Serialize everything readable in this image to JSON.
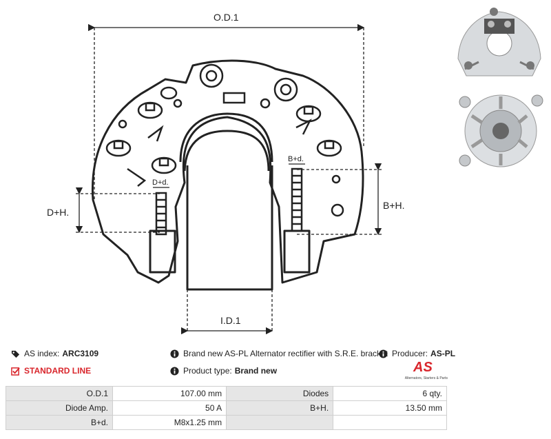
{
  "drawing": {
    "od_label": "O.D.1",
    "id_label": "I.D.1",
    "dh_label": "D+H.",
    "bh_label": "B+H.",
    "dd_label": "D+d.",
    "bd_label": "B+d."
  },
  "header": {
    "as_index_label": "AS index:",
    "as_index_value": "ARC3109",
    "description": "Brand new AS-PL Alternator rectifier with S.R.E. bracket",
    "producer_label": "Producer:",
    "producer_value": "AS-PL",
    "standard_line": "STANDARD LINE",
    "product_type_label": "Product type:",
    "product_type_value": "Brand new",
    "logo_text": "AS",
    "logo_tagline": "Alternators, Starters & Parts"
  },
  "specs": [
    {
      "k1": "O.D.1",
      "v1": "107.00 mm",
      "k2": "Diodes",
      "v2": "6 qty."
    },
    {
      "k1": "Diode Amp.",
      "v1": "50 A",
      "k2": "B+H.",
      "v2": "13.50 mm"
    },
    {
      "k1": "B+d.",
      "v1": "M8x1.25 mm",
      "k2": "",
      "v2": ""
    }
  ],
  "colors": {
    "accent": "#d9262c",
    "key_cell": "#e6e6e6"
  }
}
